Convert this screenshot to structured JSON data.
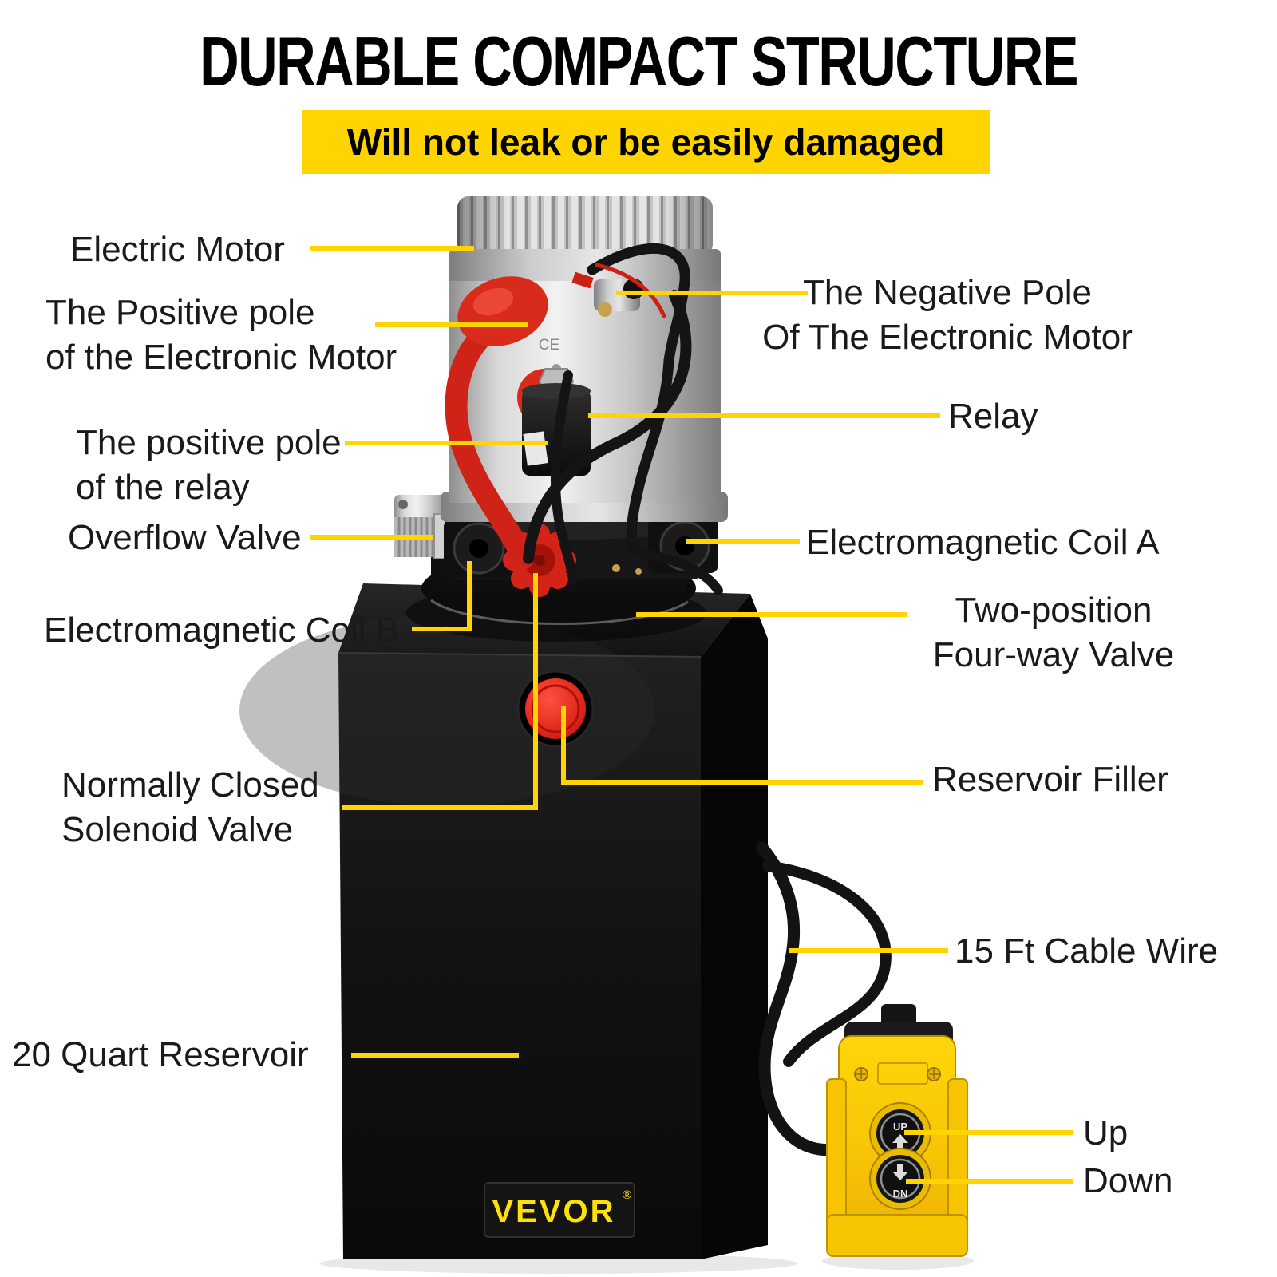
{
  "header": {
    "title": "DURABLE COMPACT STRUCTURE",
    "banner": "Will not leak or be easily damaged"
  },
  "labels": {
    "electric_motor": "Electric Motor",
    "positive_pole_motor": [
      "The Positive pole",
      "of the Electronic Motor"
    ],
    "negative_pole_motor": [
      "The Negative Pole",
      "Of The Electronic Motor"
    ],
    "relay": "Relay",
    "positive_pole_relay": [
      "The positive pole",
      "of the relay"
    ],
    "overflow_valve": "Overflow Valve",
    "electromagnetic_coil_a": "Electromagnetic Coil A",
    "electromagnetic_coil_b": "Electromagnetic Coil B",
    "two_position_valve": [
      "Two-position",
      "Four-way Valve"
    ],
    "normally_closed_valve": [
      "Normally Closed",
      "Solenoid Valve"
    ],
    "reservoir_filler": "Reservoir Filler",
    "cable_wire": "15 Ft Cable Wire",
    "reservoir": "20 Quart Reservoir",
    "up": "Up",
    "down": "Down"
  },
  "product": {
    "brand": "VEVOR",
    "brand_reg": "®",
    "motor_marking": "CE",
    "pendant": {
      "up_button": "UP",
      "down_button": "DN"
    }
  },
  "colors": {
    "accent_yellow": "#FFD400",
    "leader_yellow": "#FFD400",
    "brand_yellow": "#FFE10A",
    "pendant_yellow": "#F6C400",
    "red": "#D42318",
    "box_black": "#101010",
    "text": "#1A1A1A"
  }
}
